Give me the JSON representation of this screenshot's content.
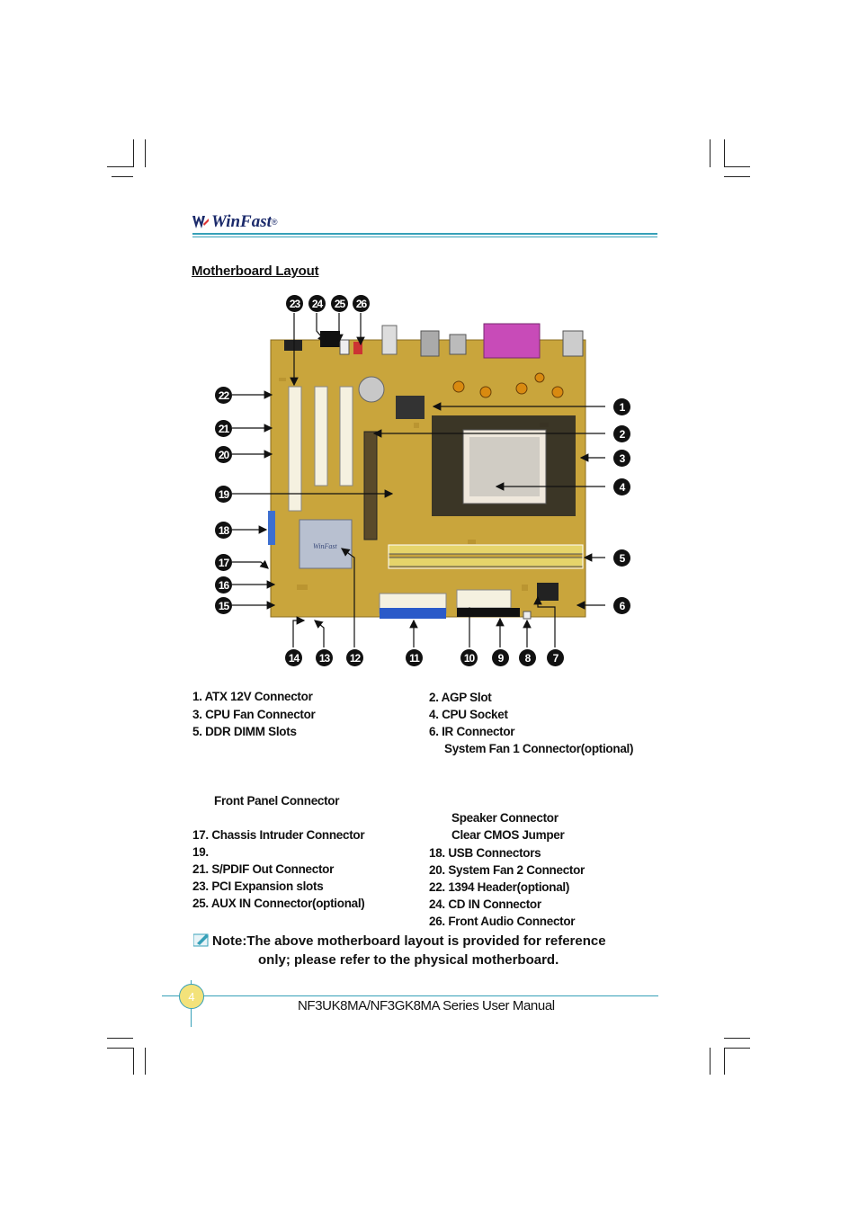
{
  "header": {
    "brand": "WinFast",
    "trademark": "®"
  },
  "title": "Motherboard Layout",
  "callouts": [
    "1",
    "2",
    "3",
    "4",
    "5",
    "6",
    "7",
    "8",
    "9",
    "10",
    "11",
    "12",
    "13",
    "14",
    "15",
    "16",
    "17",
    "18",
    "19",
    "20",
    "21",
    "22",
    "23",
    "24",
    "25",
    "26"
  ],
  "board_label": "WinFast",
  "list_left": [
    "1. ATX 12V Connector",
    "3. CPU Fan Connector",
    "5. DDR DIMM Slots",
    "Front Panel Connector",
    "17. Chassis Intruder Connector",
    "19.",
    "21. S/PDIF Out Connector",
    "23. PCI Expansion slots",
    "25. AUX  IN Connector(optional)"
  ],
  "list_right": [
    "2. AGP Slot",
    "4. CPU Socket",
    "6. IR Connector",
    "System Fan  1 Connector(optional)",
    "Speaker Connector",
    "Clear CMOS Jumper",
    "18. USB Connectors",
    "20. System Fan  2 Connector",
    "22. 1394 Header(optional)",
    "24. CD  IN Connector",
    "26. Front Audio Connector"
  ],
  "note": {
    "line1": "Note:The above motherboard layout is provided for reference",
    "line2": "only; please refer to the physical motherboard."
  },
  "footer": {
    "page": "4",
    "text": "NF3UK8MA/NF3GK8MA Series User Manual"
  },
  "colors": {
    "accent": "#36a0b8",
    "brand": "#1b2a6b",
    "board": "#c9a53c"
  }
}
